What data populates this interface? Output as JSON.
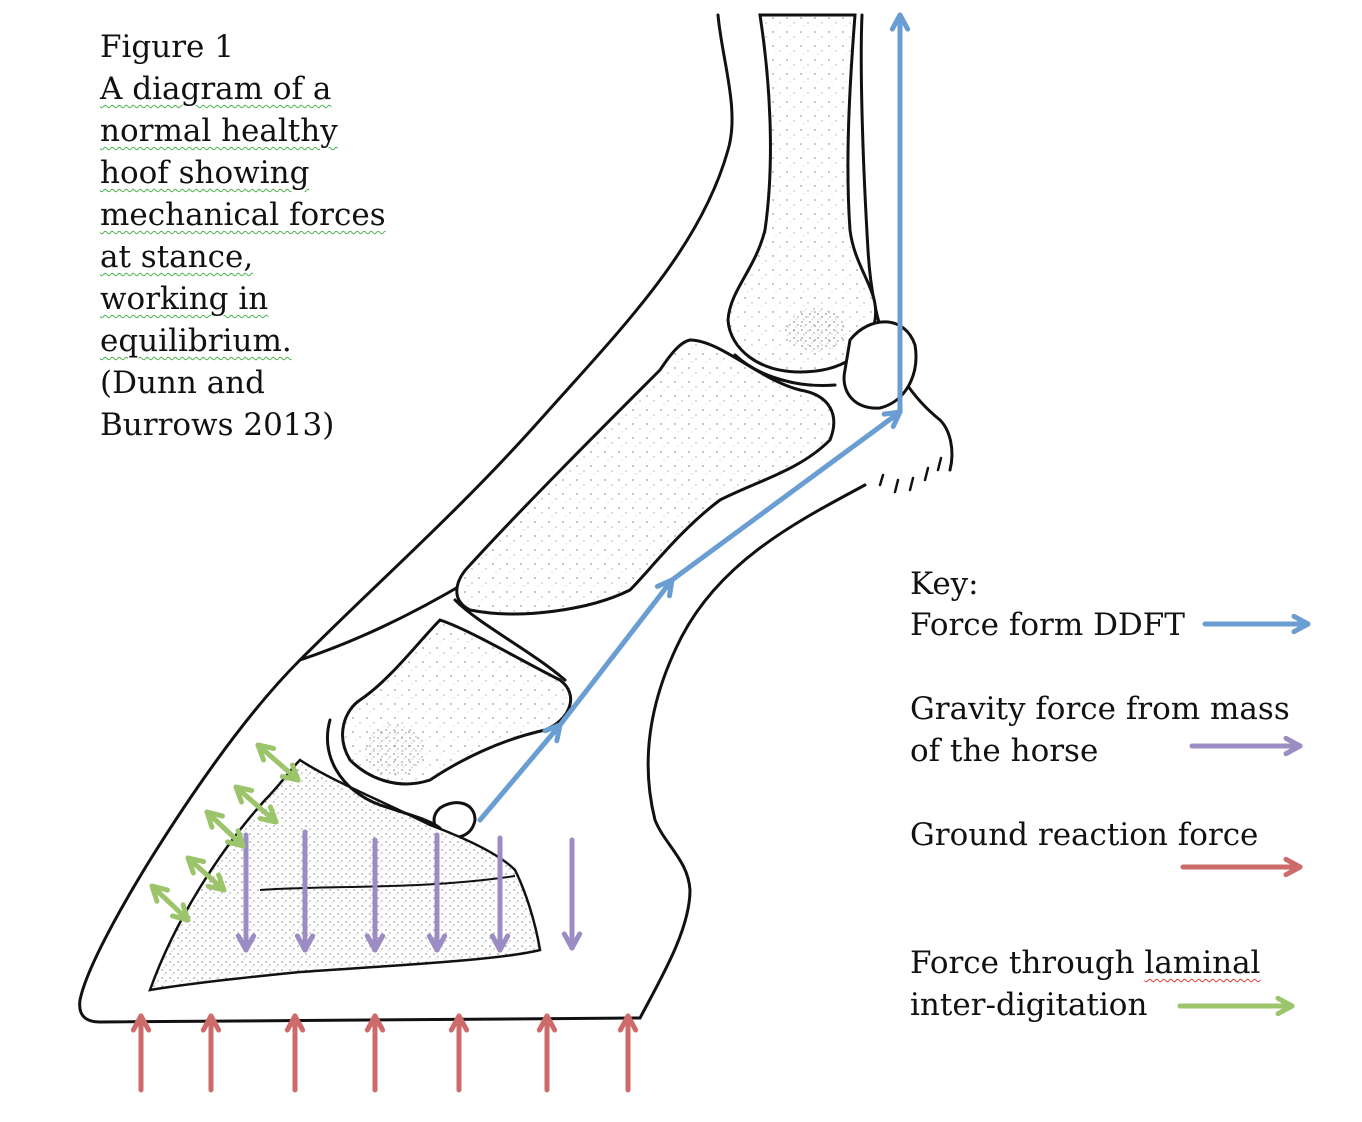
{
  "caption": {
    "lines": [
      "Figure 1",
      "A diagram of a",
      "normal healthy",
      "hoof showing",
      "mechanical forces",
      "at stance,",
      "working in",
      "equilibrium.",
      "(Dunn and",
      "Burrows 2013)"
    ]
  },
  "key": {
    "title": "Key:",
    "items": [
      {
        "lines": [
          "Force form DDFT"
        ],
        "color": "#6a9ed3"
      },
      {
        "lines": [
          "Gravity force from mass",
          "of the horse"
        ],
        "color": "#9c8cc4"
      },
      {
        "lines": [
          "Ground reaction force"
        ],
        "color": "#cd6b6b"
      },
      {
        "lines_a": "Force through ",
        "lines_b": "laminal",
        "line2": "inter-digitation",
        "color": "#9cc46b"
      }
    ]
  },
  "colors": {
    "ddft": "#6a9ed3",
    "gravity": "#9c8cc4",
    "ground": "#cd6b6b",
    "laminal": "#9cc46b",
    "ink": "#111111"
  }
}
